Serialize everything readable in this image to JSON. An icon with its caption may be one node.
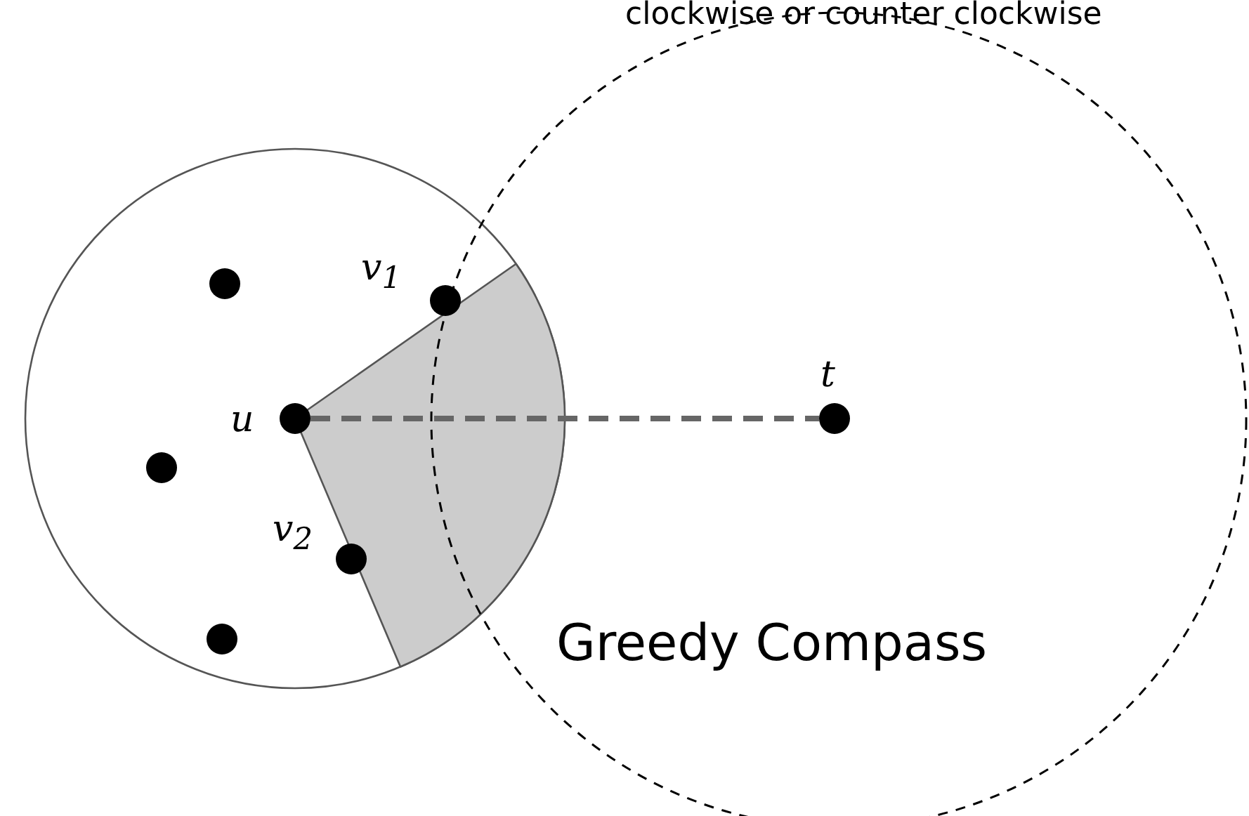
{
  "diagram": {
    "nodes": [
      {
        "text": [],
        "shape": "circle"
      },
      {
        "text": [],
        "shape": "circle",
        "beside": [
          "v$_{1}$"
        ]
      },
      {
        "text": [],
        "shape": "circle",
        "beside": [
          "u"
        ]
      },
      {
        "text": [],
        "shape": "circle",
        "beside": [
          "t"
        ]
      },
      {
        "text": [],
        "shape": "circle"
      },
      {
        "text": [],
        "shape": "circle",
        "beside": [
          "v$_{2}$"
        ]
      },
      {
        "text": [],
        "shape": "circle"
      }
    ],
    "edges": [
      {
        "from": 2,
        "to": 3,
        "arrow": "none",
        "style": "dashed"
      }
    ],
    "labels": [
      "clockwise or counter clockwise",
      "Greedy Compass"
    ]
  }
}
